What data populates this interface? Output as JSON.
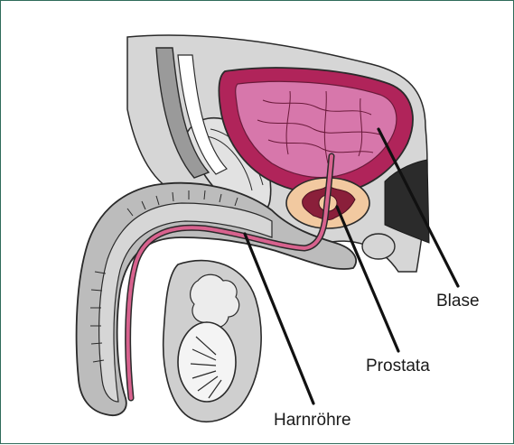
{
  "labels": {
    "blase": "Blase",
    "prostata": "Prostata",
    "harnroehre": "Harnröhre"
  },
  "colors": {
    "frame": "#2f6b5a",
    "tissue": "#d6d6d6",
    "tissue_dark": "#9a9a9a",
    "bladder_wall": "#b0245a",
    "bladder_inner": "#d777ab",
    "urethra": "#d8628e",
    "prostata_fill": "#f2c9a0",
    "prostata_core": "#8a1f3a",
    "outline": "#2a2a2a",
    "leader": "#111111"
  }
}
